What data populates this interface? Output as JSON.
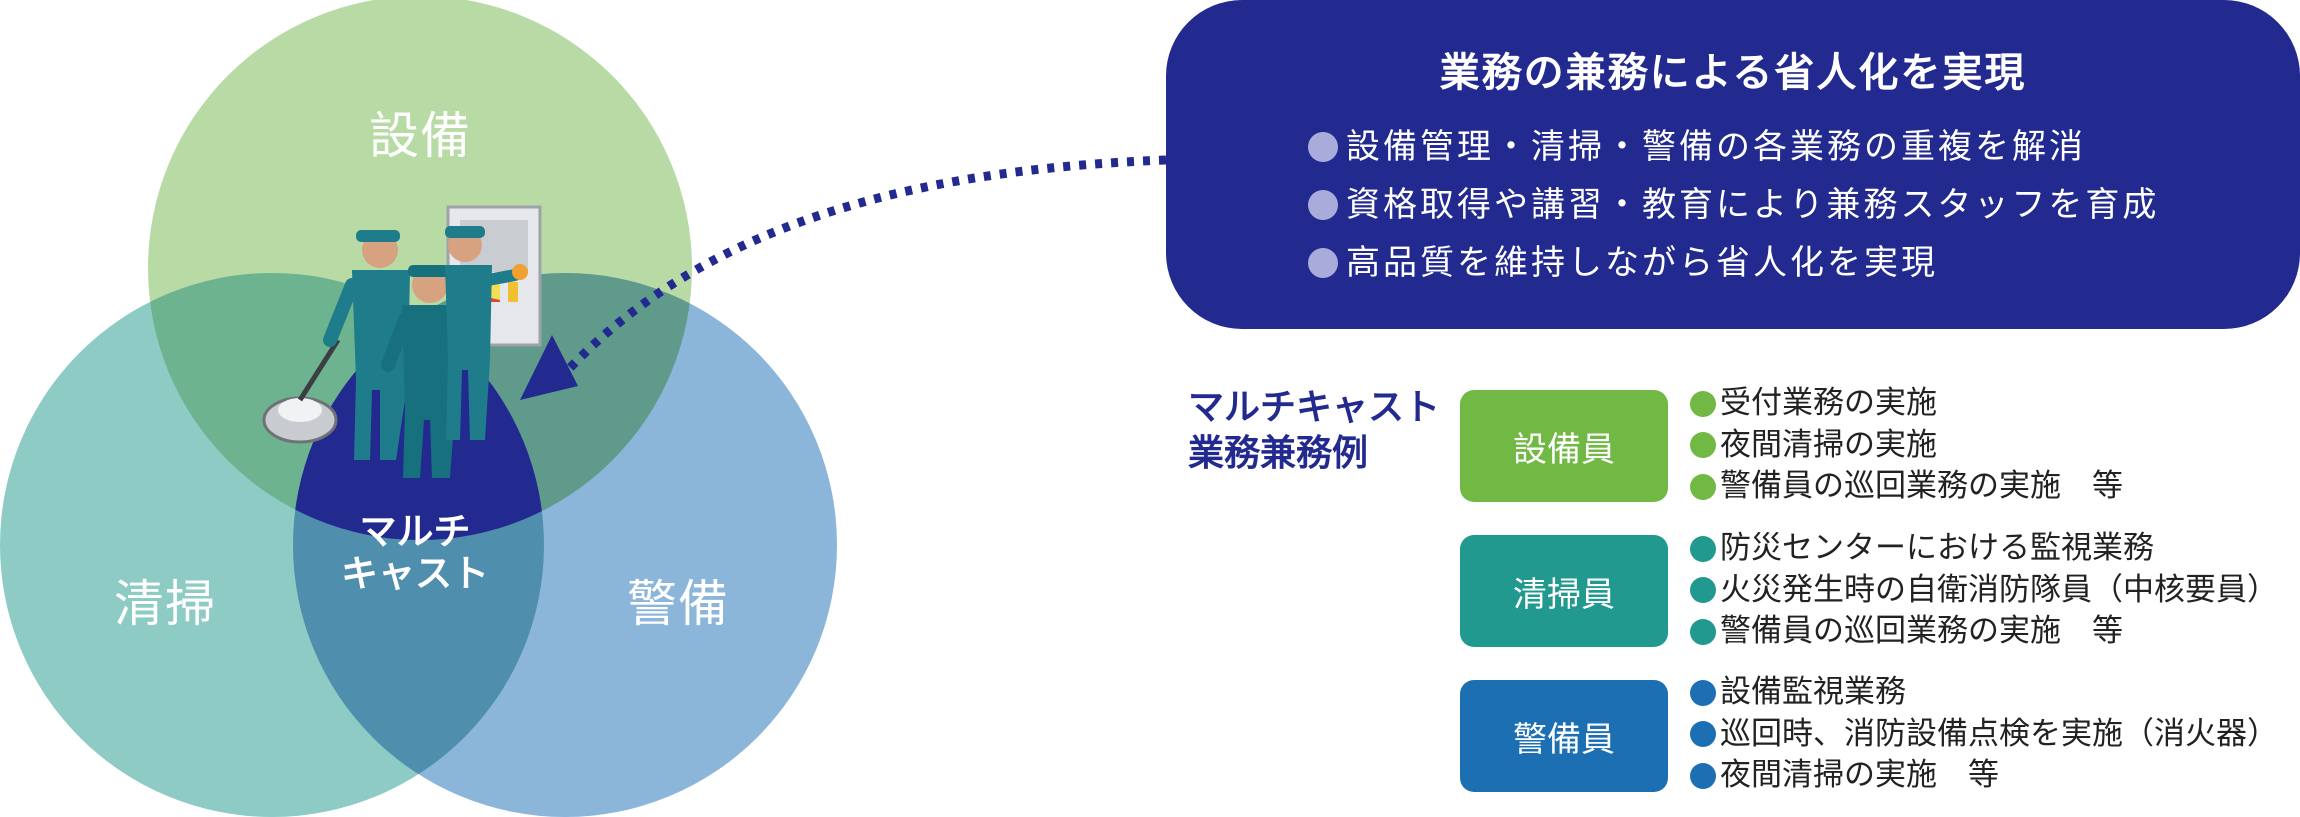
{
  "venn": {
    "circles": [
      {
        "key": "equipment",
        "label": "設備",
        "color": "#a7d396"
      },
      {
        "key": "cleaning",
        "label": "清掃",
        "color": "#7ec5bd"
      },
      {
        "key": "security",
        "label": "警備",
        "color": "#79a9d6"
      }
    ],
    "center_label_line1": "マルチ",
    "center_label_line2": "キャスト",
    "center_color": "#232a8f"
  },
  "top_box": {
    "title": "業務の兼務による省人化を実現",
    "bullets": [
      "設備管理・清掃・警備の各業務の重複を解消",
      "資格取得や講習・教育により兼務スタッフを育成",
      "高品質を維持しながら省人化を実現"
    ],
    "bg_color": "#232a8f"
  },
  "example": {
    "title_line1": "マルチキャスト",
    "title_line2": "業務兼務例",
    "roles": [
      {
        "label": "設備員",
        "color": "#72b844",
        "duties": [
          "受付業務の実施",
          "夜間清掃の実施",
          "警備員の巡回業務の実施　等"
        ]
      },
      {
        "label": "清掃員",
        "color": "#22998f",
        "duties": [
          "防災センターにおける監視業務",
          "火災発生時の自衛消防隊員（中核要員）",
          "警備員の巡回業務の実施　等"
        ]
      },
      {
        "label": "警備員",
        "color": "#1d6fb4",
        "duties": [
          "設備監視業務",
          "巡回時、消防設備点検を実施（消火器）",
          "夜間清掃の実施　等"
        ]
      }
    ]
  }
}
